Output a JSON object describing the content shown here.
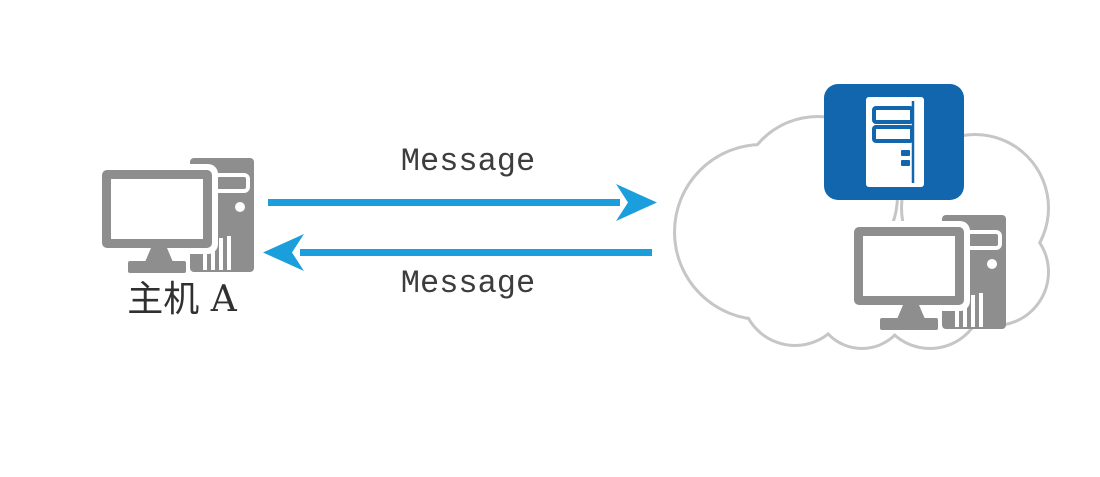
{
  "diagram": {
    "host_a": {
      "label": "主机 A"
    },
    "message_top": {
      "label": "Message",
      "direction": "to-network"
    },
    "message_bottom": {
      "label": "Message",
      "direction": "from-network"
    },
    "icons": {
      "host_a": "desktop-computer-icon",
      "cloud": "network-cloud-icon",
      "server": "server-icon",
      "remote_host": "desktop-computer-icon",
      "arrow_top": "arrow-right-icon",
      "arrow_bottom": "arrow-left-icon"
    },
    "colors": {
      "arrow_blue": "#1b9fdc",
      "server_box_blue": "#1266ae",
      "computer_gray": "#8e8e8e",
      "cloud_outline_gray": "#c6c6c6",
      "label_text": "#3a3a3a",
      "background": "#ffffff"
    }
  }
}
